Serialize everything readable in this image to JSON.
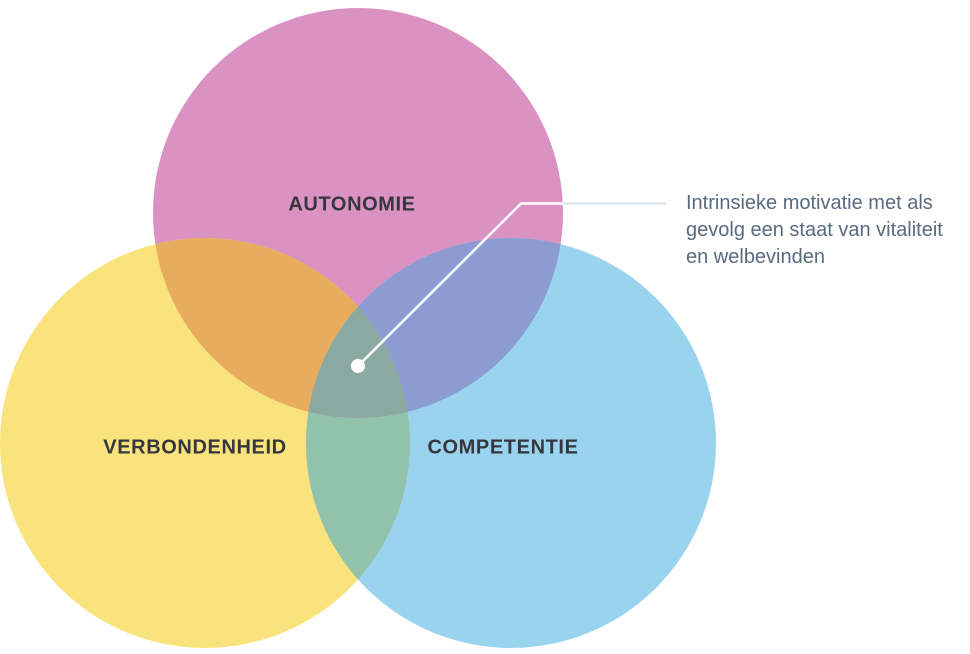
{
  "venn": {
    "background_color": "#ffffff",
    "label_color": "#35363F",
    "circles": {
      "autonomie": {
        "label": "AUTONOMIE",
        "color": "#DA92C2"
      },
      "verbondenheid": {
        "label": "VERBONDENHEID",
        "color": "#F8E37D"
      },
      "competentie": {
        "label": "COMPETENTIE",
        "color": "#9AD3EE"
      }
    },
    "overlaps": {
      "autonomie_verbondenheid": {
        "color": "#E7AC5D"
      },
      "autonomie_competentie": {
        "color": "#8C9BD1"
      },
      "verbondenheid_competentie": {
        "color": "#92C3AA"
      },
      "center": {
        "color": "#8CA9A1"
      }
    }
  },
  "callout": {
    "lines": {
      "0": "Intrinsieke motivatie met als",
      "1": "gevolg een staat van vitaliteit",
      "2": "en welbevinden"
    },
    "text_color": "#5A6A7E",
    "dot_color": "#FFFFFF",
    "line_color_over_circles": "#FFFFFF",
    "line_color_over_background": "#DCE3EC"
  }
}
